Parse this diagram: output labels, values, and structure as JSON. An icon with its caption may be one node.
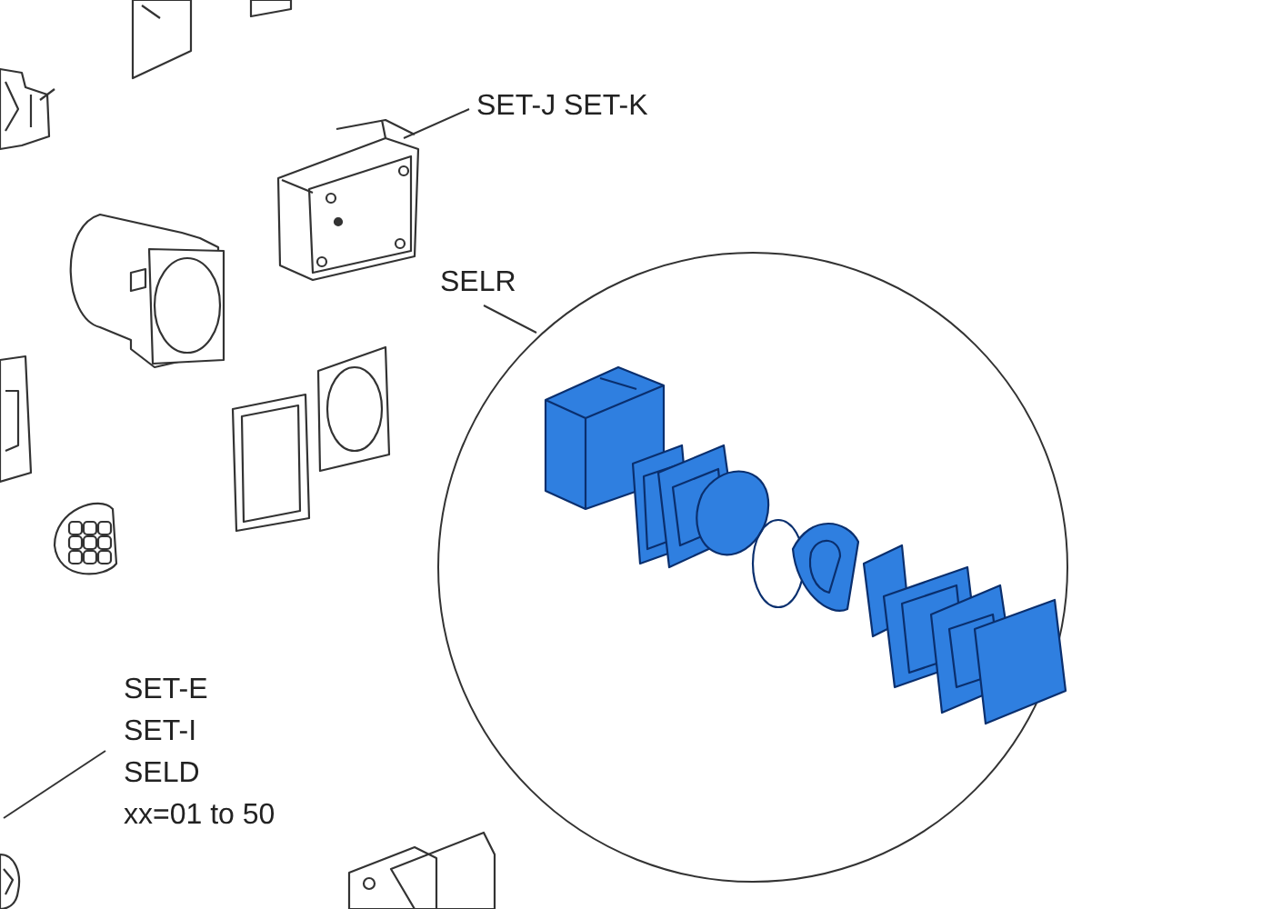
{
  "diagram": {
    "nodes": [
      {
        "text": [
          "SET-J SET-K"
        ]
      },
      {
        "text": [],
        "shape": "picture"
      },
      {
        "text": [
          "SELR"
        ]
      },
      {
        "text": [],
        "shape": "circle"
      },
      {
        "text": [
          "SET-E",
          "SET-I",
          "SELD",
          "xx=01 to 50"
        ]
      },
      {
        "text": [],
        "shape": "picture"
      }
    ],
    "edges": [
      {
        "from": 0,
        "to": 1,
        "arrow": "none"
      },
      {
        "from": 2,
        "to": 3,
        "arrow": "none"
      },
      {
        "from": 4,
        "to": 5,
        "arrow": "none"
      }
    ]
  }
}
